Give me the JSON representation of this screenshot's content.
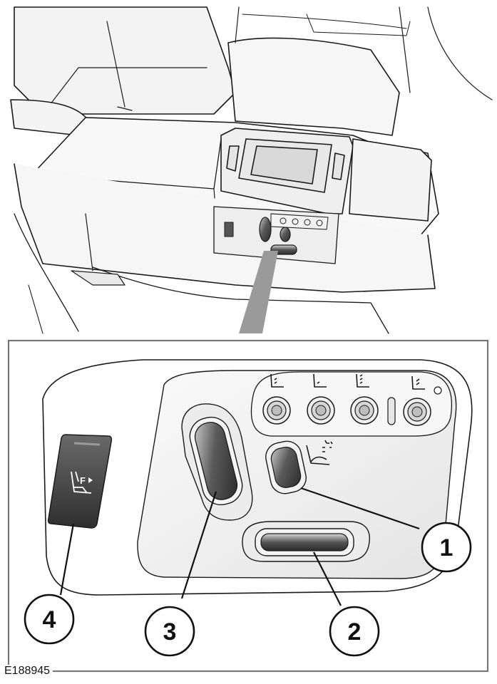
{
  "figure": {
    "reference_code": "E188945",
    "callouts": [
      {
        "number": "1",
        "target": "seat massage control"
      },
      {
        "number": "2",
        "target": "seat cushion control"
      },
      {
        "number": "3",
        "target": "seat backrest control"
      },
      {
        "number": "4",
        "target": "front seat control switch"
      }
    ]
  },
  "colors": {
    "line": "#1a1a1a",
    "panel_fill": "#f1f1f1",
    "switch_dark": "#3a3a3a",
    "switch_light": "#cfcfcf",
    "wedge": "#9a9a9a",
    "frame": "#777777"
  }
}
